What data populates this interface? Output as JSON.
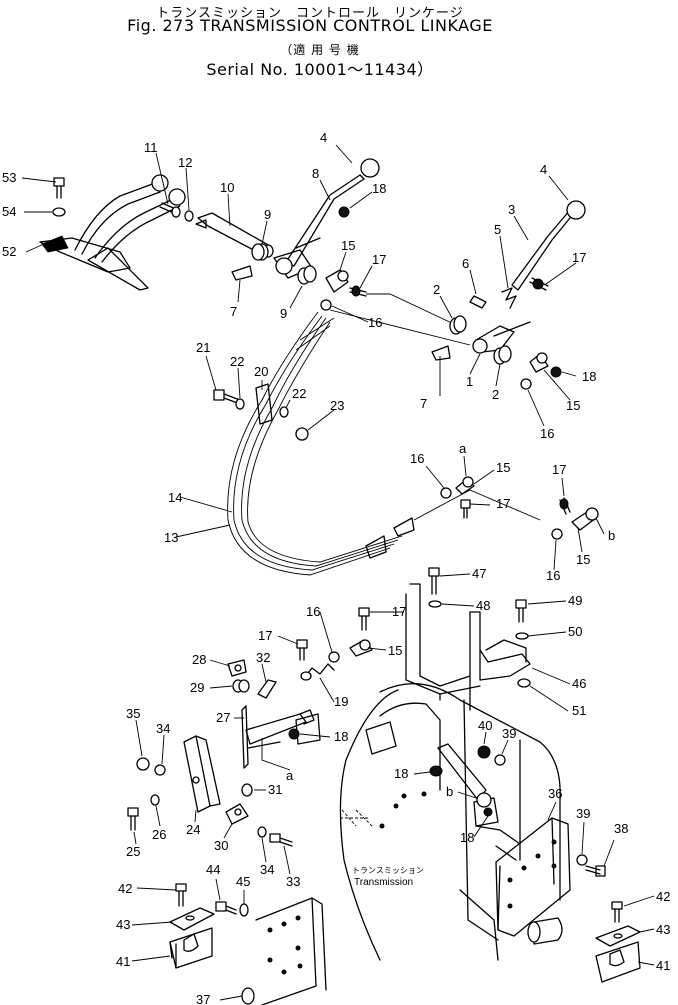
{
  "header": {
    "title_jp": "トランスミッション　コントロール　リンケージ",
    "title_en": "Fig. 273 TRANSMISSION CONTROL LINKAGE",
    "serial_jp": "（適 用 号 機",
    "serial_en": "Serial No. 10001～11434）"
  },
  "transmission_label_jp": "トランスミッション",
  "transmission_label_en": "Transmission",
  "callouts": [
    {
      "label": "53"
    },
    {
      "label": "11"
    },
    {
      "label": "12"
    },
    {
      "label": "10"
    },
    {
      "label": "4"
    },
    {
      "label": "8"
    },
    {
      "label": "18"
    },
    {
      "label": "4"
    },
    {
      "label": "54"
    },
    {
      "label": "52"
    },
    {
      "label": "9"
    },
    {
      "label": "7"
    },
    {
      "label": "9"
    },
    {
      "label": "15"
    },
    {
      "label": "17"
    },
    {
      "label": "16"
    },
    {
      "label": "3"
    },
    {
      "label": "5"
    },
    {
      "label": "6"
    },
    {
      "label": "17"
    },
    {
      "label": "2"
    },
    {
      "label": "21"
    },
    {
      "label": "22"
    },
    {
      "label": "20"
    },
    {
      "label": "22"
    },
    {
      "label": "23"
    },
    {
      "label": "7"
    },
    {
      "label": "1"
    },
    {
      "label": "2"
    },
    {
      "label": "18"
    },
    {
      "label": "15"
    },
    {
      "label": "16"
    },
    {
      "label": "a"
    },
    {
      "label": "16"
    },
    {
      "label": "15"
    },
    {
      "label": "17"
    },
    {
      "label": "14"
    },
    {
      "label": "13"
    },
    {
      "label": "17"
    },
    {
      "label": "15"
    },
    {
      "label": "b"
    },
    {
      "label": "16"
    },
    {
      "label": "47"
    },
    {
      "label": "48"
    },
    {
      "label": "49"
    },
    {
      "label": "17"
    },
    {
      "label": "16"
    },
    {
      "label": "17"
    },
    {
      "label": "50"
    },
    {
      "label": "15"
    },
    {
      "label": "28"
    },
    {
      "label": "32"
    },
    {
      "label": "46"
    },
    {
      "label": "29"
    },
    {
      "label": "19"
    },
    {
      "label": "51"
    },
    {
      "label": "35"
    },
    {
      "label": "27"
    },
    {
      "label": "34"
    },
    {
      "label": "18"
    },
    {
      "label": "40"
    },
    {
      "label": "39"
    },
    {
      "label": "a"
    },
    {
      "label": "18"
    },
    {
      "label": "31"
    },
    {
      "label": "36"
    },
    {
      "label": "b"
    },
    {
      "label": "26"
    },
    {
      "label": "24"
    },
    {
      "label": "39"
    },
    {
      "label": "25"
    },
    {
      "label": "30"
    },
    {
      "label": "34"
    },
    {
      "label": "18"
    },
    {
      "label": "38"
    },
    {
      "label": "33"
    },
    {
      "label": "44"
    },
    {
      "label": "45"
    },
    {
      "label": "42"
    },
    {
      "label": "43"
    },
    {
      "label": "42"
    },
    {
      "label": "43"
    },
    {
      "label": "41"
    },
    {
      "label": "41"
    },
    {
      "label": "37"
    }
  ]
}
